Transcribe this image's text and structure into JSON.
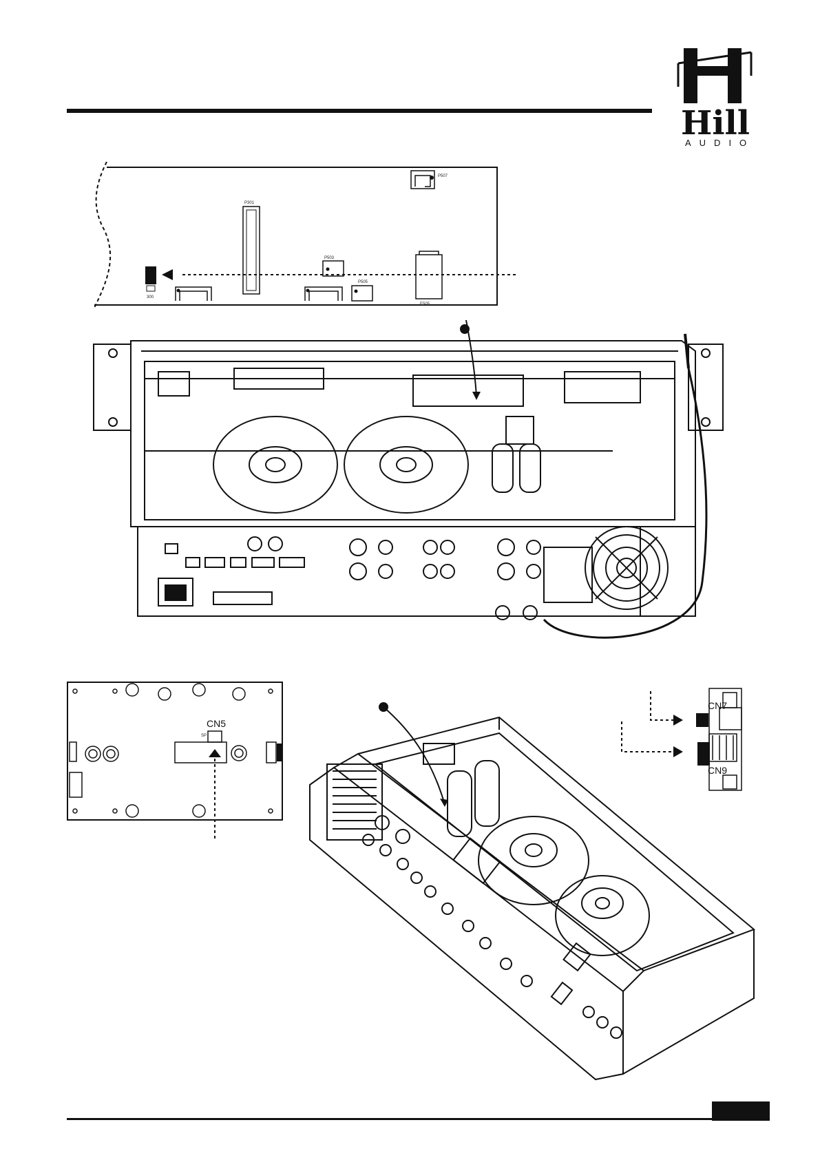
{
  "logo": {
    "word": "Hill",
    "sub": "AUDIO"
  },
  "pcb_top": {
    "labels": {
      "p507": "P507",
      "p301": "P301",
      "p503": "P503",
      "p505": "P505",
      "p505b": "E505",
      "p300": "300"
    }
  },
  "pcb_bottom": {
    "connector": "CN5",
    "small": "SP"
  },
  "connector_detail": {
    "cn7": "CN7",
    "cn9": "CN9"
  },
  "colors": {
    "ink": "#111111",
    "paper": "#ffffff"
  },
  "icons": [
    "logo-h-icon",
    "arrow-left-icon",
    "arrow-up-icon",
    "arrow-right-icon",
    "cooling-fan-icon"
  ]
}
